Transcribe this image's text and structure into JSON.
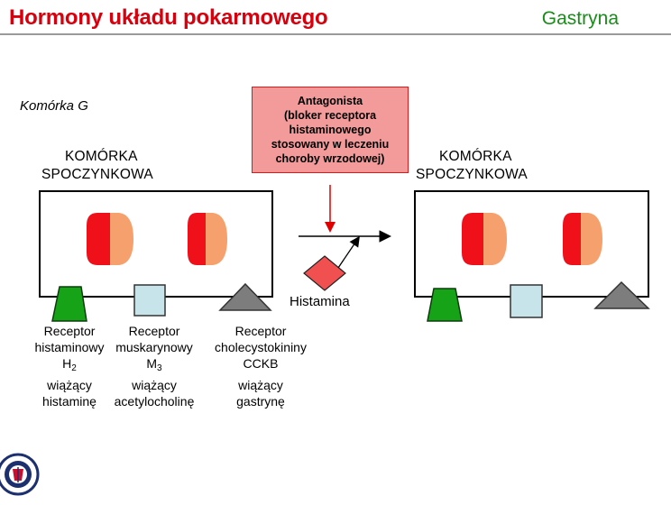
{
  "header": {
    "title": "Hormony układu pokarmowego",
    "subtitle": "Gastryna"
  },
  "cell_label": "Komórka G",
  "left_cell": {
    "title_line1": "KOMÓRKA",
    "title_line2": "SPOCZYNKOWA"
  },
  "right_cell": {
    "title_line1": "KOMÓRKA",
    "title_line2": "SPOCZYNKOWA"
  },
  "antagonist": {
    "line1": "Antagonista",
    "line2": "(bloker receptora",
    "line3": "histaminowego",
    "line4": "stosowany w leczeniu",
    "line5": "choroby wrzodowej)"
  },
  "histamine_label": "Histamina",
  "receptors": [
    {
      "line1": "Receptor",
      "line2": "histaminowy",
      "line3": "H",
      "sub": "2",
      "line4": "wiążący",
      "line5": "histaminę"
    },
    {
      "line1": "Receptor",
      "line2": "muskarynowy",
      "line3": "M",
      "sub": "3",
      "line4": "wiążący",
      "line5": "acetylocholinę"
    },
    {
      "line1": "Receptor",
      "line2": "cholecystokininy",
      "line3": "CCKB",
      "sub": "",
      "line4": "wiążący",
      "line5": "gastrynę"
    }
  ],
  "colors": {
    "title_red": "#d8000c",
    "subtitle_green": "#1a8c1a",
    "granule_red": "#f0101a",
    "granule_orange": "#f6a06e",
    "histamine_receptor": "#17a317",
    "muscarinic_receptor": "#c6e4ea",
    "cck_receptor": "#7d7d7d",
    "antagonist_fill": "#f39a9a"
  }
}
